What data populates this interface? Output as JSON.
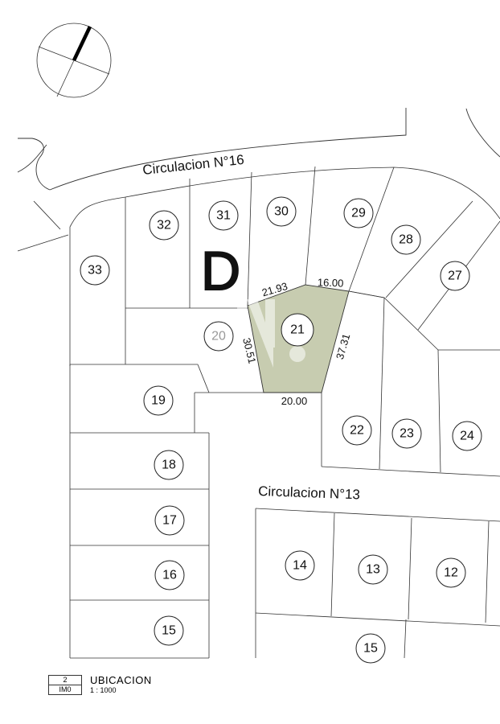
{
  "plan": {
    "streets": {
      "north": "Circulacion N°16",
      "middle": "Circulacion N°13"
    },
    "block_letter": "D",
    "lots": [
      {
        "id": "33",
        "label": "33"
      },
      {
        "id": "32",
        "label": "32"
      },
      {
        "id": "31",
        "label": "31"
      },
      {
        "id": "30",
        "label": "30"
      },
      {
        "id": "29",
        "label": "29"
      },
      {
        "id": "28",
        "label": "28"
      },
      {
        "id": "27",
        "label": "27"
      },
      {
        "id": "20",
        "label": "20"
      },
      {
        "id": "21",
        "label": "21",
        "highlighted": true
      },
      {
        "id": "19",
        "label": "19"
      },
      {
        "id": "22",
        "label": "22"
      },
      {
        "id": "23",
        "label": "23"
      },
      {
        "id": "24",
        "label": "24"
      },
      {
        "id": "18",
        "label": "18"
      },
      {
        "id": "17",
        "label": "17"
      },
      {
        "id": "16",
        "label": "16"
      },
      {
        "id": "15a",
        "label": "15"
      },
      {
        "id": "14",
        "label": "14"
      },
      {
        "id": "13",
        "label": "13"
      },
      {
        "id": "12",
        "label": "12"
      },
      {
        "id": "15b",
        "label": "15"
      }
    ],
    "dimensions": {
      "top_left": "21.93",
      "top_right": "16.00",
      "left": "30.51",
      "right": "37.31",
      "bottom": "20.00"
    },
    "colors": {
      "highlight_fill": "#c7ccb0",
      "line": "#333333"
    }
  },
  "legend": {
    "number": "2",
    "code": "IM0",
    "title": "UBICACION",
    "scale": "1 : 1000"
  }
}
